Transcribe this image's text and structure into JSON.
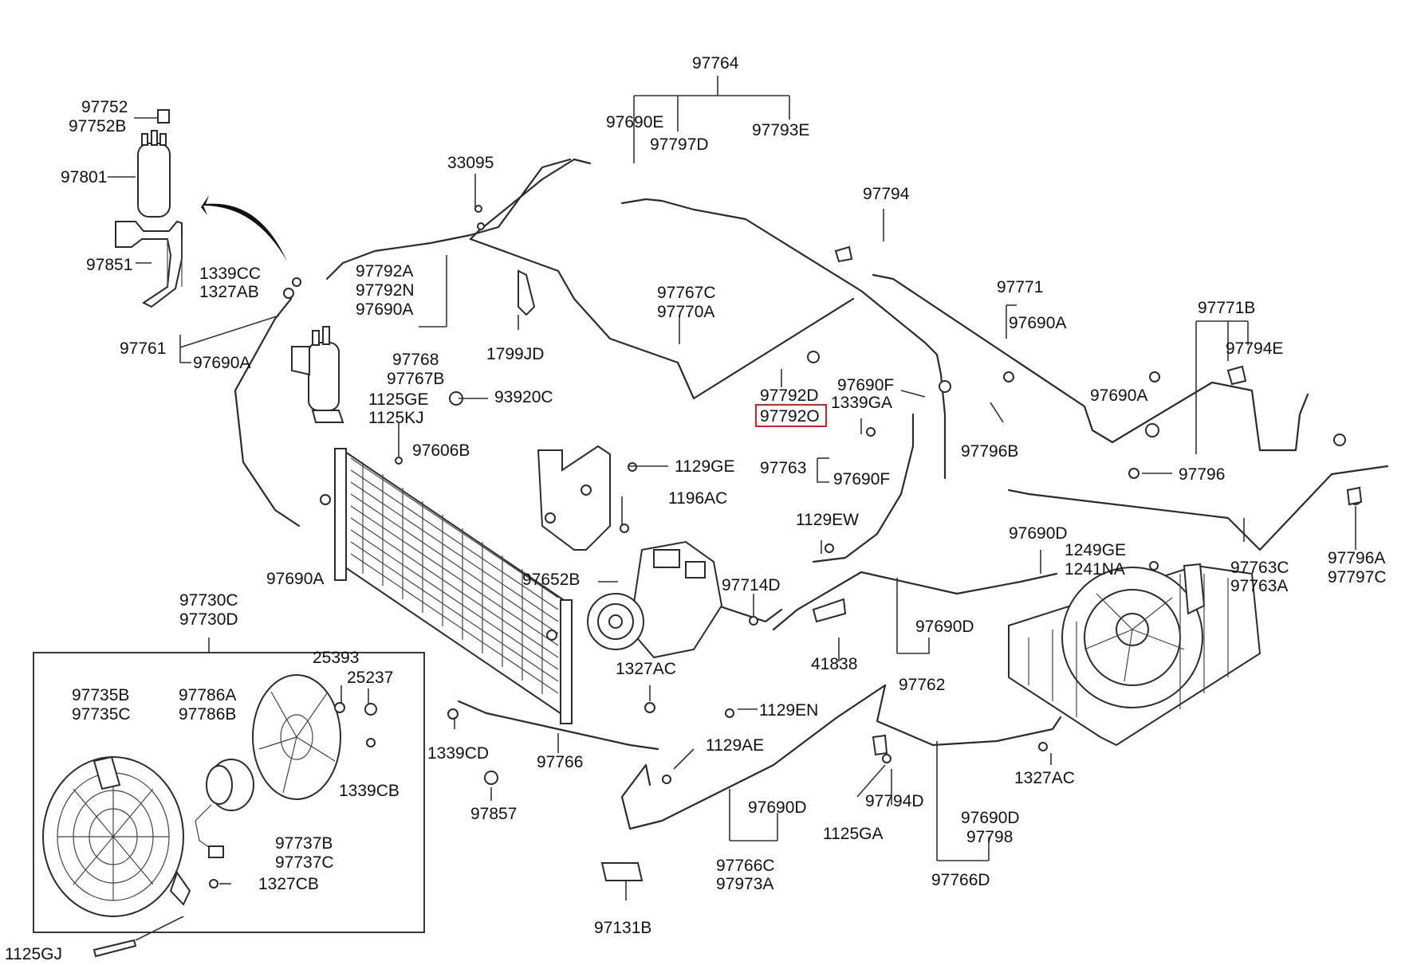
{
  "highlight_color": "#e02020",
  "labels": {
    "l97752": "97752",
    "l97752B": "97752B",
    "l97801": "97801",
    "l97851": "97851",
    "l1339CC": "1339CC",
    "l1327AB": "1327AB",
    "l97761": "97761",
    "l97690A_1": "97690A",
    "l33095": "33095",
    "l97792A": "97792A",
    "l97792N": "97792N",
    "l97690A_2": "97690A",
    "l97768": "97768",
    "l97767B": "97767B",
    "l1125GE": "1125GE",
    "l1125KJ": "1125KJ",
    "l93920C": "93920C",
    "l1799JD": "1799JD",
    "l97764": "97764",
    "l97690E": "97690E",
    "l97797D": "97797D",
    "l97793E": "97793E",
    "l97794": "97794",
    "l97767C": "97767C",
    "l97770A": "97770A",
    "l97771": "97771",
    "l97690A_3": "97690A",
    "l97771B": "97771B",
    "l97794E": "97794E",
    "l97792D": "97792D",
    "l97792O": "97792O",
    "l97690F_1": "97690F",
    "l1339GA": "1339GA",
    "l97690A_4": "97690A",
    "l97796B": "97796B",
    "l97796": "97796",
    "l97606B": "97606B",
    "l1129GE": "1129GE",
    "l1196AC": "1196AC",
    "l97763": "97763",
    "l97690F_2": "97690F",
    "l1129EW": "1129EW",
    "l97690A_5": "97690A",
    "l97652B": "97652B",
    "l97714D": "97714D",
    "l97690D_1": "97690D",
    "l1249GE": "1249GE",
    "l1241NA": "1241NA",
    "l97763C": "97763C",
    "l97763A": "97763A",
    "l97796A": "97796A",
    "l97797C": "97797C",
    "l97730C": "97730C",
    "l97730D": "97730D",
    "l41838": "41838",
    "l97690D_2": "97690D",
    "l97762": "97762",
    "l1327AC_1": "1327AC",
    "l25393": "25393",
    "l25237": "25237",
    "l97735B": "97735B",
    "l97735C": "97735C",
    "l97786A": "97786A",
    "l97786B": "97786B",
    "l1339CB": "1339CB",
    "l1129EN": "1129EN",
    "l1339CD": "1339CD",
    "l97766": "97766",
    "l1129AE": "1129AE",
    "l1327AC_2": "1327AC",
    "l97857": "97857",
    "l97690D_3": "97690D",
    "l97794D": "97794D",
    "l1125GA": "1125GA",
    "l97690D_4": "97690D",
    "l97798": "97798",
    "l97737B": "97737B",
    "l97737C": "97737C",
    "l1327CB": "1327CB",
    "l97766C": "97766C",
    "l97973A": "97973A",
    "l97766D": "97766D",
    "l97131B": "97131B",
    "l1125GJ": "1125GJ"
  }
}
